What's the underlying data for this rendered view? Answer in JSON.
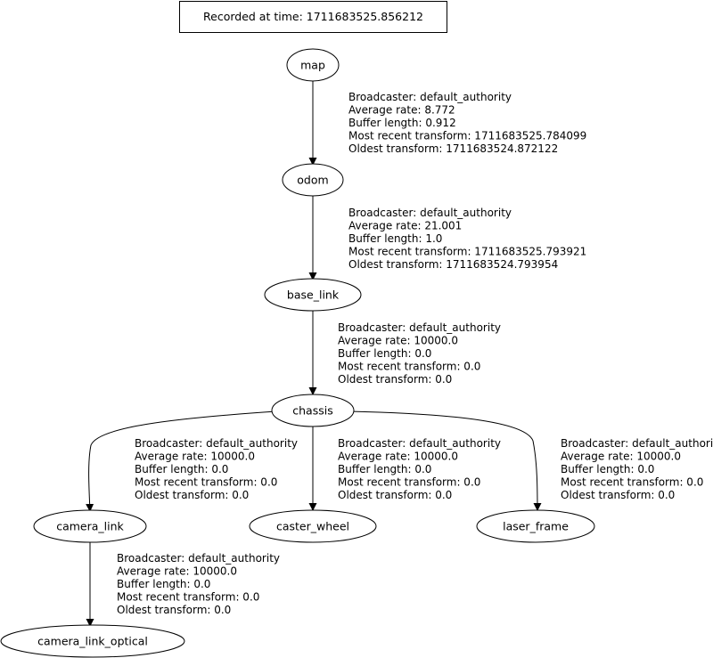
{
  "header": {
    "recorded_label": "Recorded at time: 1711683525.856212"
  },
  "nodes": {
    "map": "map",
    "odom": "odom",
    "base_link": "base_link",
    "chassis": "chassis",
    "camera_link": "camera_link",
    "caster_wheel": "caster_wheel",
    "laser_frame": "laser_frame",
    "camera_link_optical": "camera_link_optical"
  },
  "edges": {
    "map_odom": [
      "Broadcaster: default_authority",
      "Average rate: 8.772",
      "Buffer length: 0.912",
      "Most recent transform: 1711683525.784099",
      "Oldest transform: 1711683524.872122"
    ],
    "odom_base_link": [
      "Broadcaster: default_authority",
      "Average rate: 21.001",
      "Buffer length: 1.0",
      "Most recent transform: 1711683525.793921",
      "Oldest transform: 1711683524.793954"
    ],
    "base_link_chassis": [
      "Broadcaster: default_authority",
      "Average rate: 10000.0",
      "Buffer length: 0.0",
      "Most recent transform: 0.0",
      "Oldest transform: 0.0"
    ],
    "chassis_camera_link": [
      "Broadcaster: default_authority",
      "Average rate: 10000.0",
      "Buffer length: 0.0",
      "Most recent transform: 0.0",
      "Oldest transform: 0.0"
    ],
    "chassis_caster_wheel": [
      "Broadcaster: default_authority",
      "Average rate: 10000.0",
      "Buffer length: 0.0",
      "Most recent transform: 0.0",
      "Oldest transform: 0.0"
    ],
    "chassis_laser_frame": [
      "Broadcaster: default_authority",
      "Average rate: 10000.0",
      "Buffer length: 0.0",
      "Most recent transform: 0.0",
      "Oldest transform: 0.0"
    ],
    "camera_link_camera_link_optical": [
      "Broadcaster: default_authority",
      "Average rate: 10000.0",
      "Buffer length: 0.0",
      "Most recent transform: 0.0",
      "Oldest transform: 0.0"
    ]
  }
}
